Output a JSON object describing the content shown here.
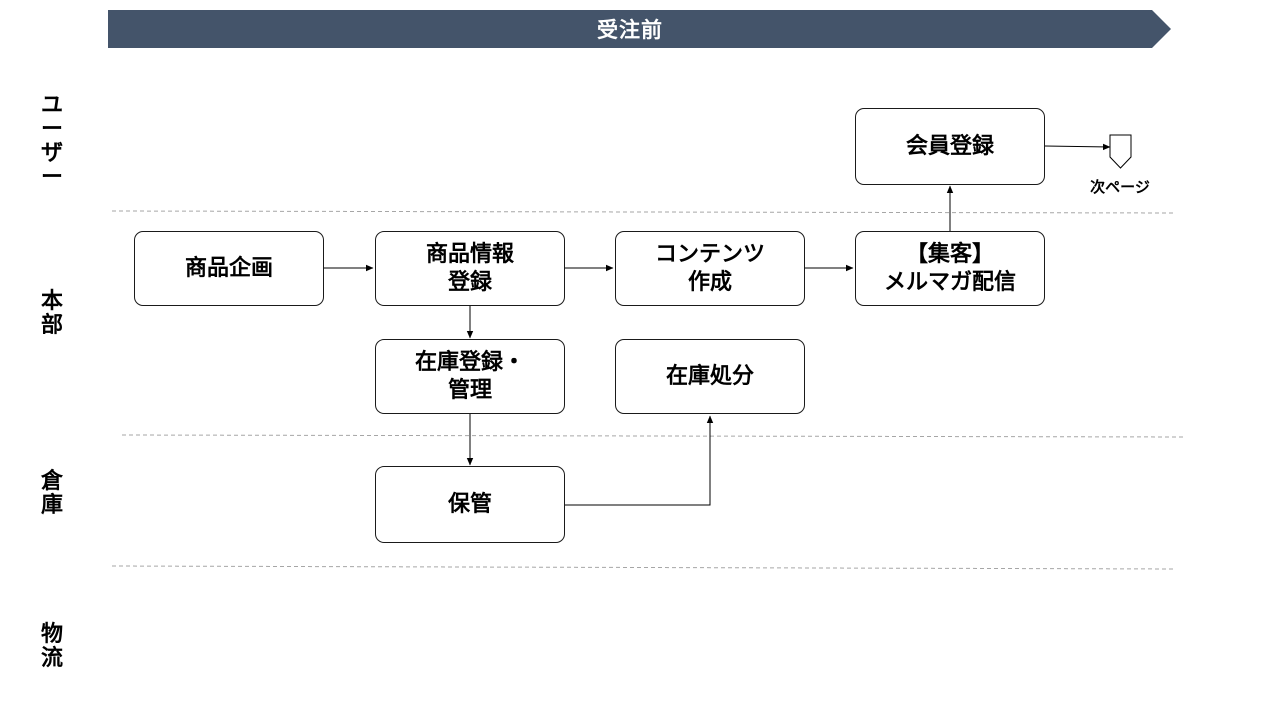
{
  "header": {
    "phase": "受注前"
  },
  "lanes": [
    {
      "id": "user",
      "chars": [
        "ユ",
        "ー",
        "ザ",
        "ー"
      ]
    },
    {
      "id": "hq",
      "chars": [
        "本",
        "部"
      ]
    },
    {
      "id": "warehouse",
      "chars": [
        "倉",
        "庫"
      ]
    },
    {
      "id": "logistics",
      "chars": [
        "物",
        "流"
      ]
    }
  ],
  "nodes": {
    "member_registration": [
      "会員登録"
    ],
    "product_planning": [
      "商品企画"
    ],
    "product_info_registration": [
      "商品情報",
      "登録"
    ],
    "content_creation": [
      "コンテンツ",
      "作成"
    ],
    "mail_magazine": [
      "【集客】",
      "メルマガ配信"
    ],
    "stock_registration": [
      "在庫登録・",
      "管理"
    ],
    "stock_disposal": [
      "在庫処分"
    ],
    "storage": [
      "保管"
    ]
  },
  "next_page": {
    "label": "次ページ"
  },
  "colors": {
    "banner": "#44546a",
    "border": "#1a1a1a",
    "divider": "#a6a6a6"
  }
}
